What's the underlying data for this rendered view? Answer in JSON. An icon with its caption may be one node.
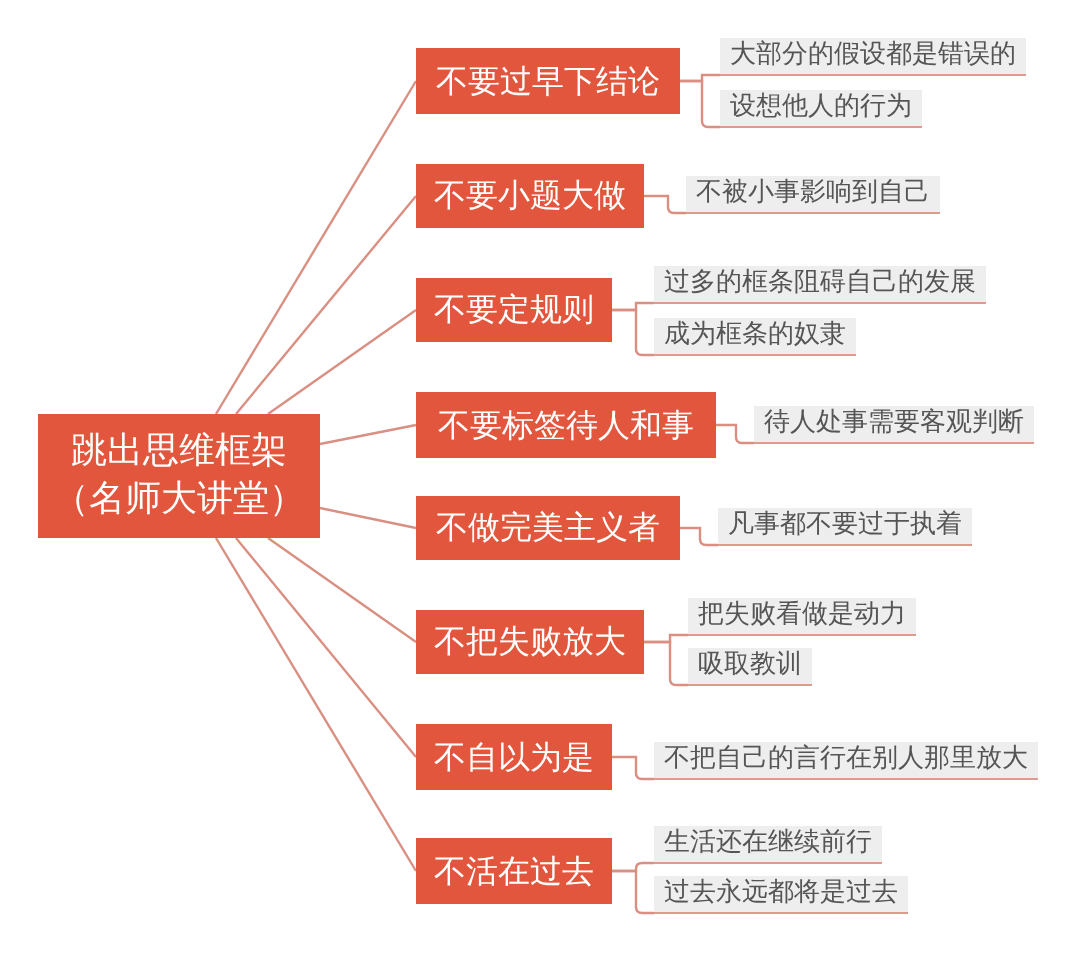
{
  "diagram": {
    "nodes": [
      {
        "text": [
          "跳出思维框架",
          "（名师大讲堂）"
        ]
      },
      {
        "text": [
          "不要过早下结论"
        ]
      },
      {
        "text": [
          "大部分的假设都是错误的"
        ]
      },
      {
        "text": [
          "设想他人的行为"
        ]
      },
      {
        "text": [
          "不要小题大做"
        ]
      },
      {
        "text": [
          "不被小事影响到自己"
        ]
      },
      {
        "text": [
          "不要定规则"
        ]
      },
      {
        "text": [
          "过多的框条阻碍自己的发展"
        ]
      },
      {
        "text": [
          "成为框条的奴隶"
        ]
      },
      {
        "text": [
          "不要标签待人和事"
        ]
      },
      {
        "text": [
          "待人处事需要客观判断"
        ]
      },
      {
        "text": [
          "不做完美主义者"
        ]
      },
      {
        "text": [
          "凡事都不要过于执着"
        ]
      },
      {
        "text": [
          "不把失败放大"
        ]
      },
      {
        "text": [
          "把失败看做是动力"
        ]
      },
      {
        "text": [
          "吸取教训"
        ]
      },
      {
        "text": [
          "不自以为是"
        ]
      },
      {
        "text": [
          "不把自己的言行在别人那里放大"
        ]
      },
      {
        "text": [
          "不活在过去"
        ]
      },
      {
        "text": [
          "生活还在继续前行"
        ]
      },
      {
        "text": [
          "过去永远都将是过去"
        ]
      }
    ],
    "edges": [
      {
        "from": 0,
        "to": 1,
        "arrow": "none"
      },
      {
        "from": 1,
        "to": 2,
        "arrow": "none"
      },
      {
        "from": 1,
        "to": 3,
        "arrow": "none"
      },
      {
        "from": 0,
        "to": 4,
        "arrow": "none"
      },
      {
        "from": 4,
        "to": 5,
        "arrow": "none"
      },
      {
        "from": 0,
        "to": 6,
        "arrow": "none"
      },
      {
        "from": 6,
        "to": 7,
        "arrow": "none"
      },
      {
        "from": 6,
        "to": 8,
        "arrow": "none"
      },
      {
        "from": 0,
        "to": 9,
        "arrow": "none"
      },
      {
        "from": 9,
        "to": 10,
        "arrow": "none"
      },
      {
        "from": 0,
        "to": 11,
        "arrow": "none"
      },
      {
        "from": 11,
        "to": 12,
        "arrow": "none"
      },
      {
        "from": 0,
        "to": 13,
        "arrow": "none"
      },
      {
        "from": 13,
        "to": 14,
        "arrow": "none"
      },
      {
        "from": 13,
        "to": 15,
        "arrow": "none"
      },
      {
        "from": 0,
        "to": 16,
        "arrow": "none"
      },
      {
        "from": 16,
        "to": 17,
        "arrow": "none"
      },
      {
        "from": 0,
        "to": 18,
        "arrow": "none"
      },
      {
        "from": 18,
        "to": 19,
        "arrow": "none"
      },
      {
        "from": 18,
        "to": 20,
        "arrow": "none"
      }
    ]
  }
}
